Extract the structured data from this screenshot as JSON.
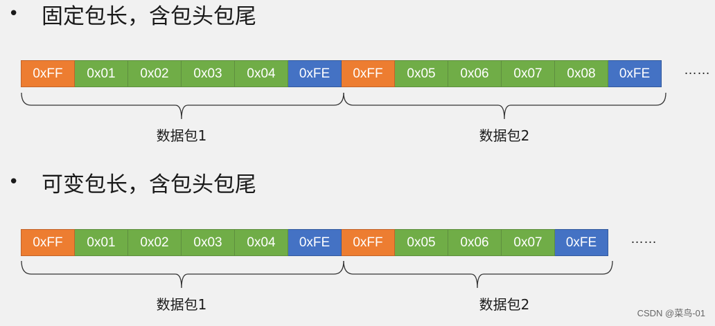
{
  "section1": {
    "bullet": "•",
    "title": "固定包长，含包头包尾",
    "cells": [
      {
        "text": "0xFF",
        "kind": "head"
      },
      {
        "text": "0x01",
        "kind": "data"
      },
      {
        "text": "0x02",
        "kind": "data"
      },
      {
        "text": "0x03",
        "kind": "data"
      },
      {
        "text": "0x04",
        "kind": "data"
      },
      {
        "text": "0xFE",
        "kind": "tail"
      },
      {
        "text": "0xFF",
        "kind": "head"
      },
      {
        "text": "0x05",
        "kind": "data"
      },
      {
        "text": "0x06",
        "kind": "data"
      },
      {
        "text": "0x07",
        "kind": "data"
      },
      {
        "text": "0x08",
        "kind": "data"
      },
      {
        "text": "0xFE",
        "kind": "tail"
      }
    ],
    "ellipsis": "……",
    "packet_labels": [
      "数据包1",
      "数据包2"
    ]
  },
  "section2": {
    "bullet": "•",
    "title": "可变包长，含包头包尾",
    "cells": [
      {
        "text": "0xFF",
        "kind": "head"
      },
      {
        "text": "0x01",
        "kind": "data"
      },
      {
        "text": "0x02",
        "kind": "data"
      },
      {
        "text": "0x03",
        "kind": "data"
      },
      {
        "text": "0x04",
        "kind": "data"
      },
      {
        "text": "0xFE",
        "kind": "tail"
      },
      {
        "text": "0xFF",
        "kind": "head"
      },
      {
        "text": "0x05",
        "kind": "data"
      },
      {
        "text": "0x06",
        "kind": "data"
      },
      {
        "text": "0x07",
        "kind": "data"
      },
      {
        "text": "0xFE",
        "kind": "tail"
      }
    ],
    "ellipsis": "……",
    "packet_labels": [
      "数据包1",
      "数据包2"
    ]
  },
  "colors": {
    "header": "#ed7d31",
    "data": "#70ad47",
    "tail": "#4472c4"
  },
  "watermark": "CSDN @菜鸟-01"
}
